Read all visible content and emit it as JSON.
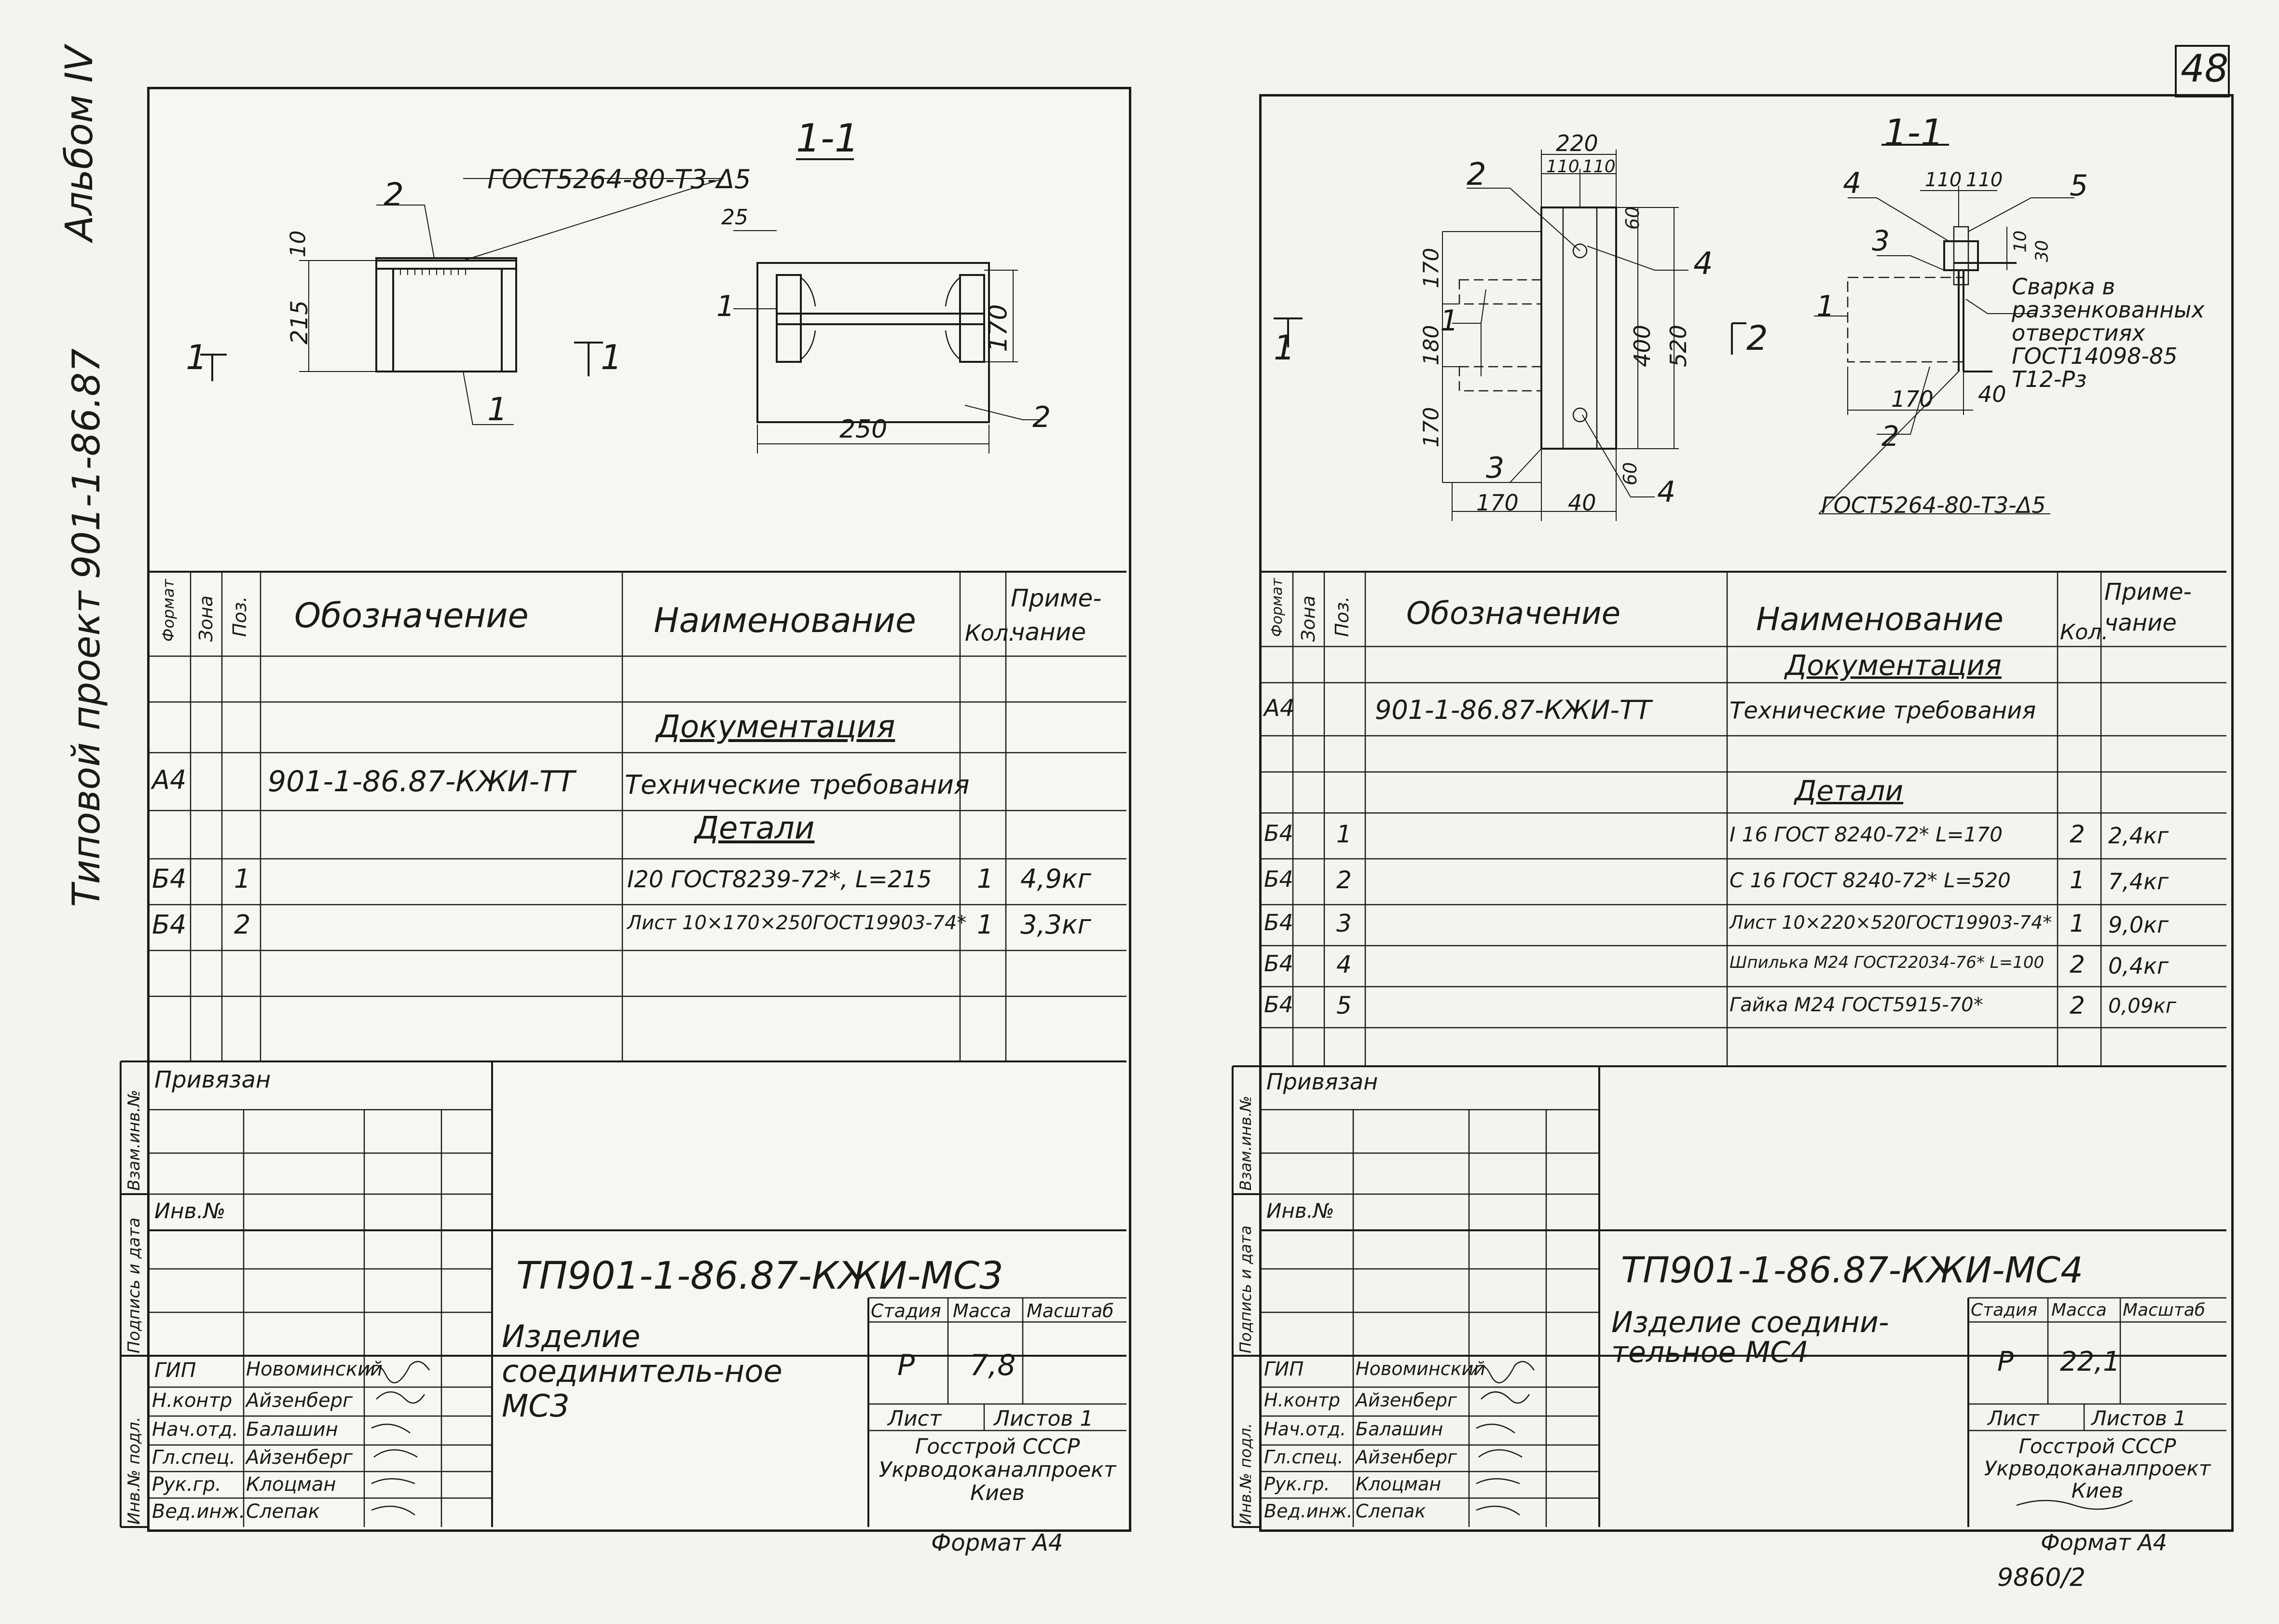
{
  "page": {
    "page_number": "48",
    "side_label_album": "Альбом IV",
    "side_label_project": "Типовой проект 901-1-86.87",
    "bottom_code": "9860/2"
  },
  "left_sheet": {
    "section_title": "1-1",
    "weld_note": "ГОСТ5264-80-Т3-Δ5",
    "section_mark": "1",
    "dims": {
      "d10": "10",
      "d215": "215",
      "d25": "25",
      "d170": "170",
      "d250": "250"
    },
    "pos_labels": [
      "1",
      "2",
      "1",
      "2"
    ],
    "spec_headers": {
      "format": "Формат",
      "zone": "Зона",
      "pos": "Поз.",
      "designation": "Обозначение",
      "name": "Наименование",
      "qty": "Кол.",
      "note": "Приме-чание"
    },
    "spec_rows": [
      {
        "format": "",
        "zone": "",
        "pos": "",
        "designation": "",
        "name": "Документация",
        "qty": "",
        "note": ""
      },
      {
        "format": "А4",
        "zone": "",
        "pos": "",
        "designation": "901-1-86.87-КЖИ-ТТ",
        "name": "Технические требования",
        "qty": "",
        "note": ""
      },
      {
        "format": "",
        "zone": "",
        "pos": "",
        "designation": "",
        "name": "Детали",
        "qty": "",
        "note": ""
      },
      {
        "format": "Б4",
        "zone": "",
        "pos": "1",
        "designation": "",
        "name": "I20 ГОСТ8239-72*, L=215",
        "qty": "1",
        "note": "4,9кг"
      },
      {
        "format": "Б4",
        "zone": "",
        "pos": "2",
        "designation": "",
        "name": "Лист 10×170×250ГОСТ19903-74*",
        "qty": "1",
        "note": "3,3кг"
      }
    ],
    "stamp": {
      "bound": "Привязан",
      "inv_no": "Инв.№",
      "doc_code": "ТП901-1-86.87-КЖИ-МС3",
      "item_title": "Изделие соединитель-ное МС3",
      "stage_h": "Стадия",
      "mass_h": "Масса",
      "scale_h": "Масштаб",
      "stage": "Р",
      "mass": "7,8",
      "scale": "",
      "sheet_h": "Лист",
      "sheets_h": "Листов 1",
      "org": "Госстрой СССР Укрводоканалпроект Киев",
      "roles": [
        {
          "role": "ГИП",
          "name": "Новоминский"
        },
        {
          "role": "Н.контр",
          "name": "Айзенберг"
        },
        {
          "role": "Нач.отд.",
          "name": "Балашин"
        },
        {
          "role": "Гл.спец.",
          "name": "Айзенберг"
        },
        {
          "role": "Рук.гр.",
          "name": "Клоцман"
        },
        {
          "role": "Вед.инж.",
          "name": "Слепак"
        }
      ],
      "format": "Формат А4"
    },
    "side_cols": [
      "Взам.инв.№",
      "Подпись и дата",
      "Инв.№ подл."
    ]
  },
  "right_sheet": {
    "section_title": "1-1",
    "weld_note": "ГОСТ5264-80-Т3-Δ5",
    "weld_note2": "Сварка в раззенкованных отверстиях ГОСТ14098-85 Т12-Рз",
    "dims": {
      "d220": "220",
      "d110a": "110",
      "d110b": "110",
      "d60a": "60",
      "d60b": "60",
      "d170a": "170",
      "d180": "180",
      "d170b": "170",
      "d400": "400",
      "d520": "520",
      "d170c": "170",
      "d40a": "40",
      "d110c": "110",
      "d110d": "110",
      "d10": "10",
      "d30": "30",
      "d170d": "170",
      "d40b": "40"
    },
    "pos_labels": [
      "1",
      "2",
      "3",
      "4",
      "4",
      "1",
      "2",
      "3",
      "4",
      "5"
    ],
    "spec_rows": [
      {
        "format": "",
        "zone": "",
        "pos": "",
        "designation": "",
        "name": "Документация",
        "qty": "",
        "note": ""
      },
      {
        "format": "А4",
        "zone": "",
        "pos": "",
        "designation": "901-1-86.87-КЖИ-ТТ",
        "name": "Технические требования",
        "qty": "",
        "note": ""
      },
      {
        "format": "",
        "zone": "",
        "pos": "",
        "designation": "",
        "name": "Детали",
        "qty": "",
        "note": ""
      },
      {
        "format": "Б4",
        "zone": "",
        "pos": "1",
        "designation": "",
        "name": "I 16 ГОСТ 8240-72* L=170",
        "qty": "2",
        "note": "2,4кг"
      },
      {
        "format": "Б4",
        "zone": "",
        "pos": "2",
        "designation": "",
        "name": "С 16 ГОСТ 8240-72* L=520",
        "qty": "1",
        "note": "7,4кг"
      },
      {
        "format": "Б4",
        "zone": "",
        "pos": "3",
        "designation": "",
        "name": "Лист 10×220×520ГОСТ19903-74*",
        "qty": "1",
        "note": "9,0кг"
      },
      {
        "format": "Б4",
        "zone": "",
        "pos": "4",
        "designation": "",
        "name": "Шпилька М24 ГОСТ22034-76* L=100",
        "qty": "2",
        "note": "0,4кг"
      },
      {
        "format": "Б4",
        "zone": "",
        "pos": "5",
        "designation": "",
        "name": "Гайка М24 ГОСТ5915-70*",
        "qty": "2",
        "note": "0,09кг"
      }
    ],
    "stamp": {
      "bound": "Привязан",
      "inv_no": "Инв.№",
      "doc_code": "ТП901-1-86.87-КЖИ-МС4",
      "item_title": "Изделие соедини-тельное МС4",
      "stage_h": "Стадия",
      "mass_h": "Масса",
      "scale_h": "Масштаб",
      "stage": "Р",
      "mass": "22,1",
      "scale": "",
      "sheet_h": "Лист",
      "sheets_h": "Листов 1",
      "org": "Госстрой СССР Укрводоканалпроект Киев",
      "roles": [
        {
          "role": "ГИП",
          "name": "Новоминский"
        },
        {
          "role": "Н.контр",
          "name": "Айзенберг"
        },
        {
          "role": "Нач.отд.",
          "name": "Балашин"
        },
        {
          "role": "Гл.спец.",
          "name": "Айзенберг"
        },
        {
          "role": "Рук.гр.",
          "name": "Клоцман"
        },
        {
          "role": "Вед.инж.",
          "name": "Слепак"
        }
      ],
      "format": "Формат А4"
    },
    "side_cols": [
      "Взам.инв.№",
      "Подпись и дата",
      "Инв.№ подл."
    ]
  }
}
